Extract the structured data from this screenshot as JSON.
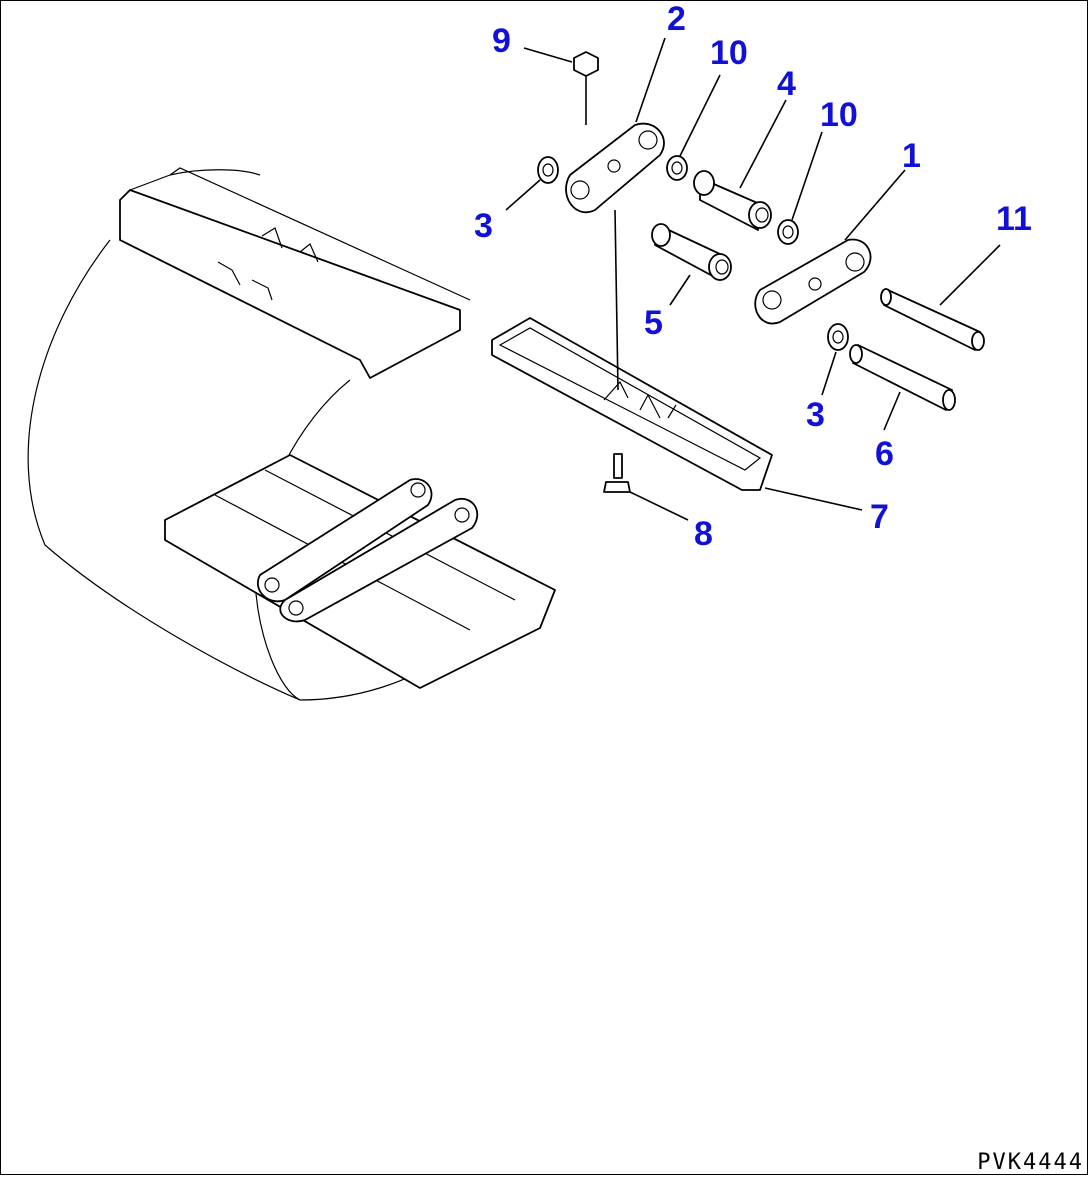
{
  "diagram": {
    "figure_code": "PVK4444",
    "callouts": [
      {
        "id": "c9",
        "label": "9"
      },
      {
        "id": "c2",
        "label": "2"
      },
      {
        "id": "c10a",
        "label": "10"
      },
      {
        "id": "c4",
        "label": "4"
      },
      {
        "id": "c10b",
        "label": "10"
      },
      {
        "id": "c1",
        "label": "1"
      },
      {
        "id": "c3a",
        "label": "3"
      },
      {
        "id": "c11",
        "label": "11"
      },
      {
        "id": "c5",
        "label": "5"
      },
      {
        "id": "c3b",
        "label": "3"
      },
      {
        "id": "c6",
        "label": "6"
      },
      {
        "id": "c7",
        "label": "7"
      },
      {
        "id": "c8",
        "label": "8"
      }
    ],
    "callout_color": "#1010d8"
  }
}
